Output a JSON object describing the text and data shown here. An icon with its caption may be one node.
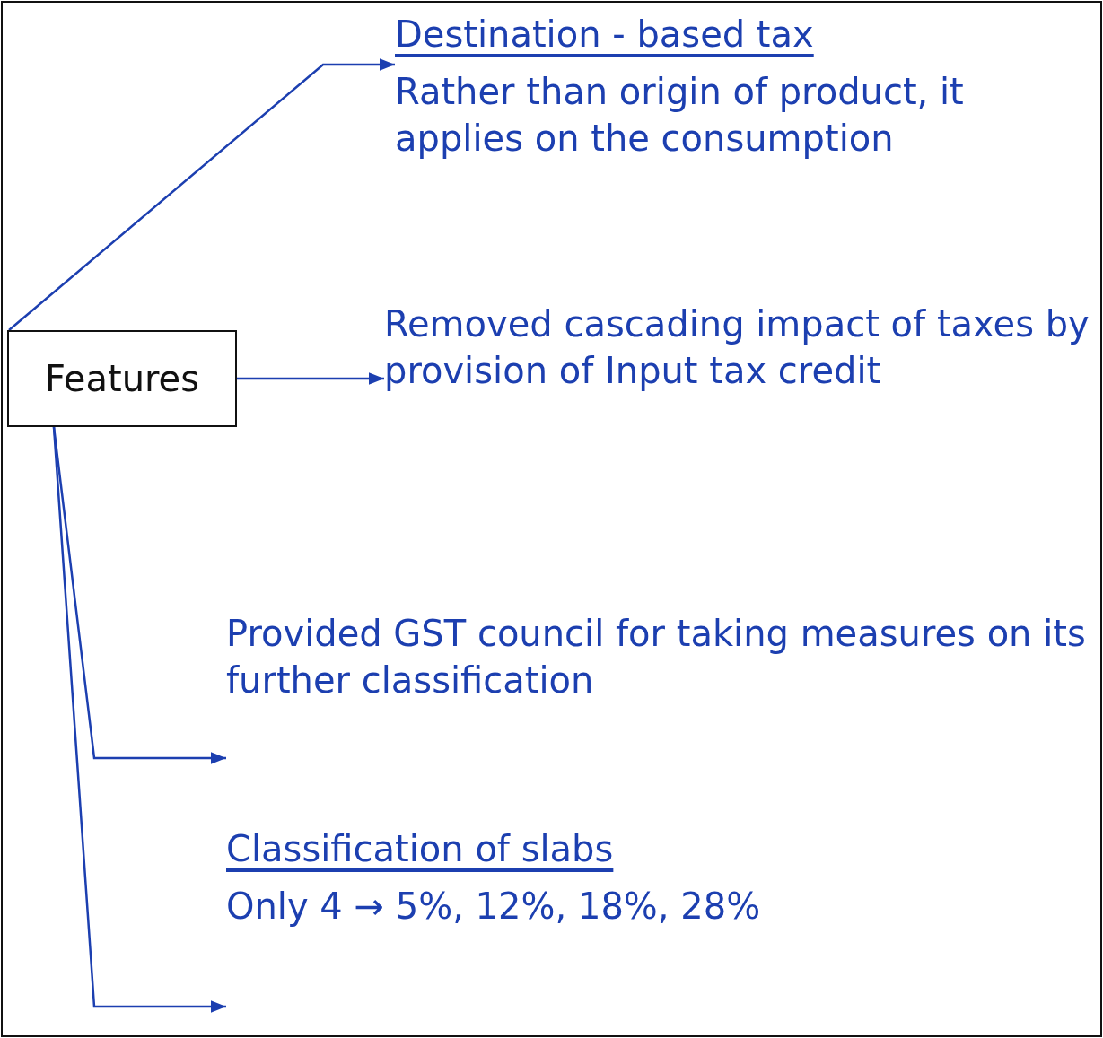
{
  "diagram": {
    "nodes": [
      {
        "text": [
          "Features"
        ]
      },
      {
        "text": [
          "Destination - based tax",
          "Rather than origin of product, it applies on the consumption"
        ]
      },
      {
        "text": [
          "Removed cascading impact of taxes by provision of Input tax credit"
        ]
      },
      {
        "text": [
          "Provided GST council for taking measures on its further classification"
        ]
      },
      {
        "text": [
          "Classification of slabs",
          "Only 4 → 5%, 12%, 18%, 28%"
        ]
      }
    ],
    "edges": [
      {
        "from": 0,
        "to": 1,
        "arrow": "to"
      },
      {
        "from": 0,
        "to": 2,
        "arrow": "to"
      },
      {
        "from": 0,
        "to": 3,
        "arrow": "to"
      },
      {
        "from": 0,
        "to": 4,
        "arrow": "to"
      }
    ]
  }
}
